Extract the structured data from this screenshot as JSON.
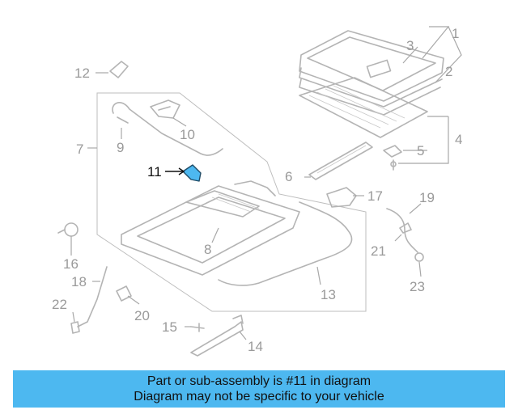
{
  "callouts": {
    "c1": "1",
    "c2": "2",
    "c3": "3",
    "c4": "4",
    "c5": "5",
    "c6": "6",
    "c7": "7",
    "c8": "8",
    "c9": "9",
    "c10": "10",
    "c11": "11",
    "c12": "12",
    "c13": "13",
    "c14": "14",
    "c15": "15",
    "c16": "16",
    "c17": "17",
    "c18": "18",
    "c19": "19",
    "c20": "20",
    "c21": "21",
    "c22": "22",
    "c23": "23"
  },
  "highlight": {
    "part": "11",
    "color": "#4db8f0"
  },
  "banner": {
    "line1": "Part or sub-assembly is #11 in diagram",
    "line2": "Diagram may not be specific to your vehicle",
    "color": "#4db8f0"
  }
}
